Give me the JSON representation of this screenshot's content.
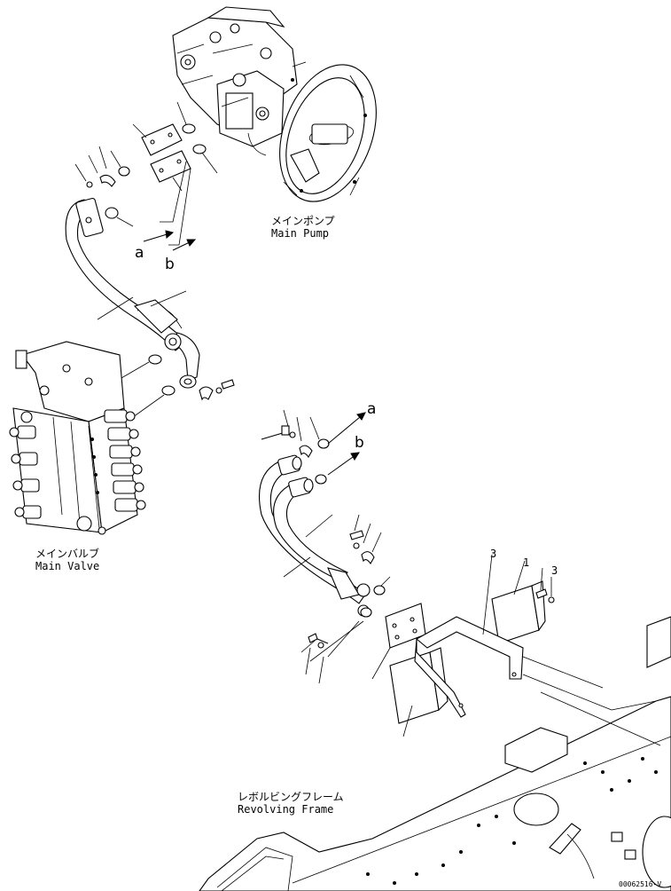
{
  "labels": {
    "main_pump_jp": "メインポンプ",
    "main_pump_en": "Main Pump",
    "main_valve_jp": "メインバルブ",
    "main_valve_en": "Main Valve",
    "revolving_frame_jp": "レボルビングフレーム",
    "revolving_frame_en": "Revolving Frame"
  },
  "connectors": {
    "a_top": "a",
    "b_top": "b",
    "a_right": "a",
    "b_right": "b"
  },
  "callouts": {
    "c1": "1",
    "c3a": "3",
    "c3b": "3"
  },
  "drawing_code": "00062516-V"
}
